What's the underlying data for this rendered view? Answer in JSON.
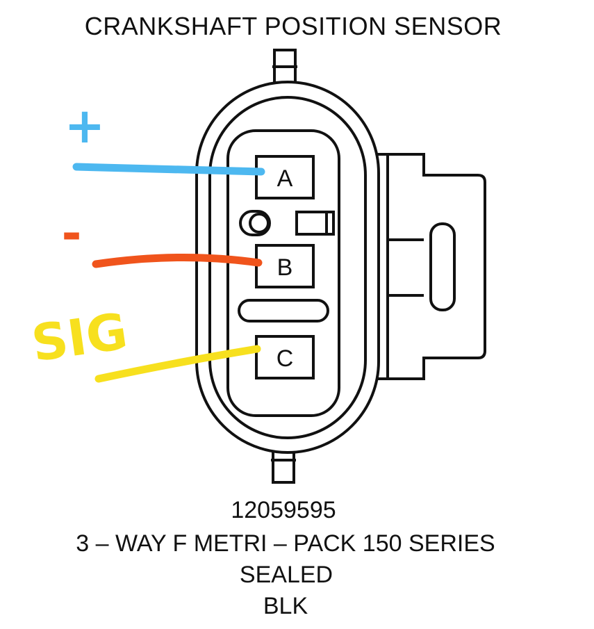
{
  "title": "CRANKSHAFT POSITION SENSOR",
  "connector": {
    "pins": [
      {
        "letter": "A"
      },
      {
        "letter": "B"
      },
      {
        "letter": "C"
      }
    ]
  },
  "annotations": [
    {
      "text": "+",
      "color": "#4db8f0"
    },
    {
      "text": "-",
      "color": "#f0541c"
    },
    {
      "text": "SIG",
      "color": "#f7e01e"
    }
  ],
  "caption": {
    "part_number": "12059595",
    "series": "3 – WAY F METRI – PACK 150 SERIES",
    "sealed": "SEALED",
    "color": "BLK"
  },
  "colors": {
    "outline": "#111111",
    "wire_plus": "#4db8f0",
    "wire_minus": "#f0541c",
    "wire_sig": "#f7e01e"
  }
}
